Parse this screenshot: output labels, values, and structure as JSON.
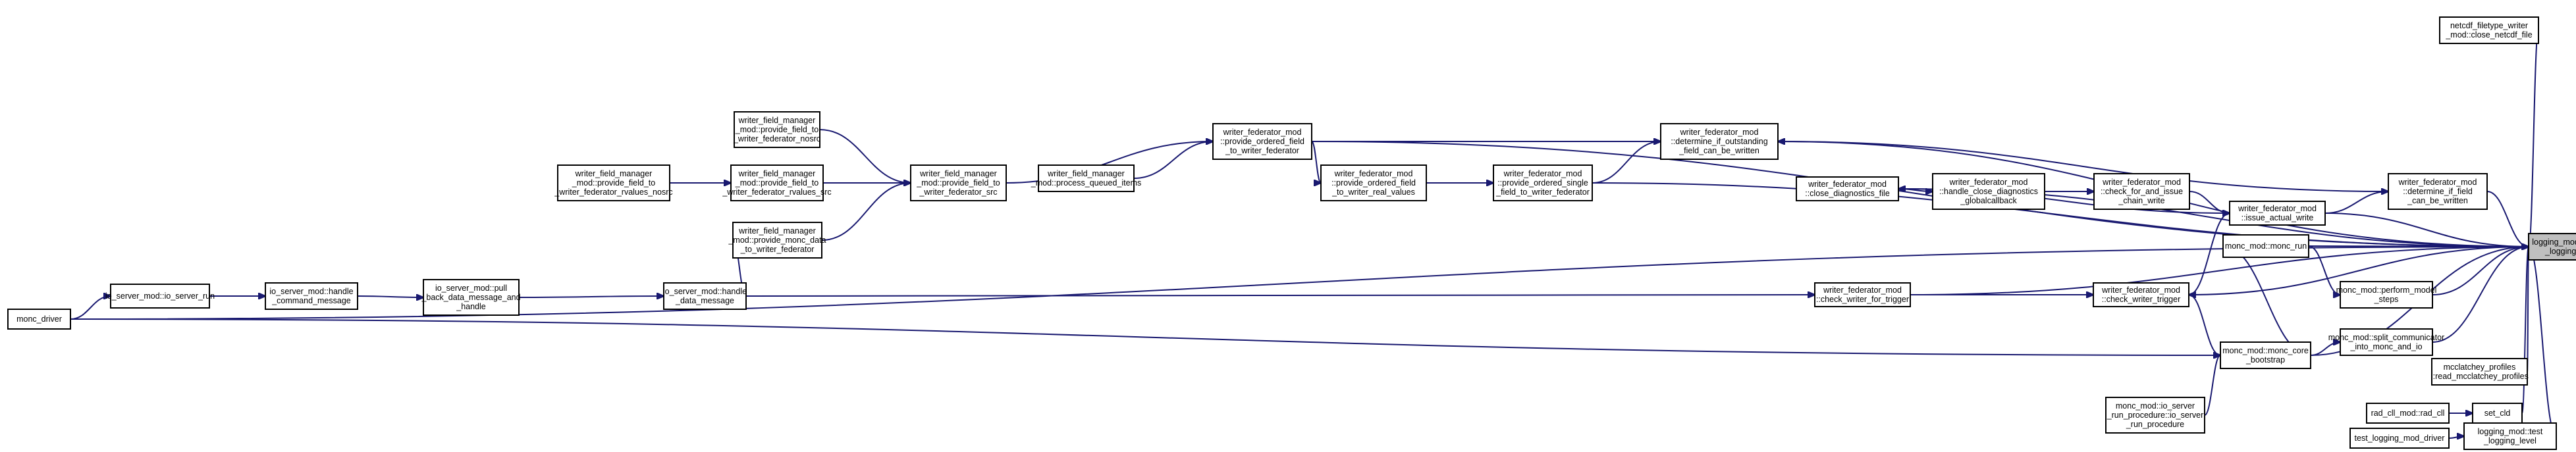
{
  "target": "logging_mod",
  "nodes": {
    "logging": [
      "logging_mod::log_get",
      "_logging_level"
    ],
    "netcdf": [
      "netcdf_filetype_writer",
      "_mod::close_netcdf_file"
    ],
    "det_if_field": [
      "writer_federator_mod",
      "::determine_if_field",
      "_can_be_written"
    ],
    "det_if_out": [
      "writer_federator_mod",
      "::determine_if_outstanding",
      "_field_can_be_written"
    ],
    "prov_ord_field": [
      "writer_federator_mod",
      "::provide_ordered_field",
      "_to_writer_federator"
    ],
    "prov_field_src": [
      "writer_field_manager",
      "_mod::provide_field_to",
      "_writer_federator_src"
    ],
    "prov_field_nosrc": [
      "writer_field_manager",
      "_mod::provide_field_to",
      "_writer_federator_nosrc"
    ],
    "prov_field_rv_src": [
      "writer_field_manager",
      "_mod::provide_field_to",
      "_writer_federator_rvalues_src"
    ],
    "prov_field_rv_nosrc": [
      "writer_field_manager",
      "_mod::provide_field_to",
      "_writer_federator_rvalues_nosrc"
    ],
    "process_queued": [
      "writer_field_manager",
      "_mod::process_queued_items"
    ],
    "prov_monc": [
      "writer_field_manager",
      "_mod::provide_monc_data",
      "_to_writer_federator"
    ],
    "prov_ord_real": [
      "writer_federator_mod",
      "::provide_ordered_field",
      "_to_writer_real_values"
    ],
    "prov_ord_single": [
      "writer_federator_mod",
      "::provide_ordered_single",
      "_field_to_writer_federator"
    ],
    "close_diag": [
      "writer_federator_mod",
      "::close_diagnostics_file"
    ],
    "handle_close": [
      "writer_federator_mod",
      "::handle_close_diagnostics",
      "_globalcallback"
    ],
    "check_issue": [
      "writer_federator_mod",
      "::check_for_and_issue",
      "_chain_write"
    ],
    "issue_actual": [
      "writer_federator_mod",
      "::issue_actual_write"
    ],
    "check_trigger": [
      "writer_federator_mod",
      "::check_writer_trigger"
    ],
    "check_for_trigger": [
      "writer_federator_mod",
      "::check_writer_for_trigger"
    ],
    "handle_data": [
      "io_server_mod::handle",
      "_data_message"
    ],
    "pull_back": [
      "io_server_mod::pull",
      "_back_data_message_and",
      "_handle"
    ],
    "handle_cmd": [
      "io_server_mod::handle",
      "_command_message"
    ],
    "io_run": [
      "io_server_mod::io_server_run"
    ],
    "monc_driver": [
      "monc_driver"
    ],
    "monc_run": [
      "monc_mod::monc_run"
    ],
    "perform_steps": [
      "monc_mod::perform_model",
      "_steps"
    ],
    "monc_core": [
      "monc_mod::monc_core",
      "_bootstrap"
    ],
    "split_comm": [
      "monc_mod::split_communicator",
      "_into_monc_and_io"
    ],
    "io_server_run_proc": [
      "monc_mod::io_server",
      "_run_procedure::io_server",
      "_run_procedure"
    ],
    "mcc_read": [
      "mcclatchey_profiles",
      "::read_mcclatchey_profiles"
    ],
    "set_cld": [
      "set_cld"
    ],
    "rad_cll": [
      "rad_cll_mod::rad_cll"
    ],
    "test_logging": [
      "logging_mod::test",
      "_logging_level"
    ],
    "test_driver": [
      "test_logging_mod_driver"
    ]
  }
}
